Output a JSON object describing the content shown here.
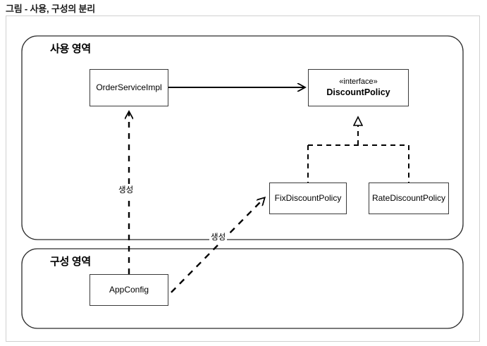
{
  "figure": {
    "title": "그림 - 사용, 구성의 분리"
  },
  "regions": [
    {
      "id": "usage",
      "label": "사용 영역"
    },
    {
      "id": "config",
      "label": "구성 영역"
    }
  ],
  "nodes": [
    {
      "id": "order-service-impl",
      "name": "OrderServiceImpl",
      "stereotype": ""
    },
    {
      "id": "discount-policy",
      "name": "DiscountPolicy",
      "stereotype": "«interface»"
    },
    {
      "id": "fix-discount-policy",
      "name": "FixDiscountPolicy",
      "stereotype": ""
    },
    {
      "id": "rate-discount-policy",
      "name": "RateDiscountPolicy",
      "stereotype": ""
    },
    {
      "id": "app-config",
      "name": "AppConfig",
      "stereotype": ""
    }
  ],
  "edges": [
    {
      "id": "uses",
      "from": "OrderServiceImpl",
      "to": "DiscountPolicy",
      "style": "solid",
      "arrow": "open",
      "label": ""
    },
    {
      "id": "realize-fix",
      "from": "FixDiscountPolicy",
      "to": "DiscountPolicy",
      "style": "dashed",
      "arrow": "hollow-triangle",
      "label": ""
    },
    {
      "id": "realize-rate",
      "from": "RateDiscountPolicy",
      "to": "DiscountPolicy",
      "style": "dashed",
      "arrow": "hollow-triangle",
      "label": ""
    },
    {
      "id": "create-order-service",
      "from": "AppConfig",
      "to": "OrderServiceImpl",
      "style": "dashed",
      "arrow": "open",
      "label": "생성"
    },
    {
      "id": "create-fix-policy",
      "from": "AppConfig",
      "to": "FixDiscountPolicy",
      "style": "dashed",
      "arrow": "open",
      "label": "생성"
    }
  ],
  "edge_labels": {
    "create_order_service": "생성",
    "create_fix_policy": "생성"
  },
  "colors": {
    "stroke": "#000000",
    "box_border": "#3a3a3a",
    "frame_border": "#d0d0d0",
    "background": "#ffffff",
    "text": "#000000"
  }
}
